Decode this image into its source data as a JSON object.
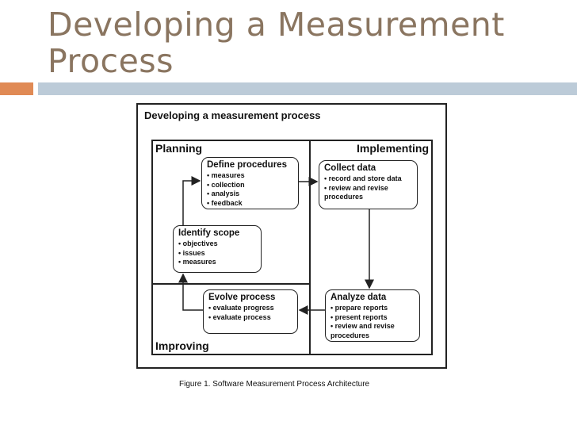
{
  "slide": {
    "title_line1": "Developing a Measurement",
    "title_line2": "Process"
  },
  "figure": {
    "heading": "Developing  a measurement process",
    "caption": "Figure 1.  Software Measurement Process Architecture",
    "quadrants": {
      "planning": "Planning",
      "implementing": "Implementing",
      "improving": "Improving"
    },
    "boxes": {
      "define": {
        "title": "Define procedures",
        "items": [
          "measures",
          "collection",
          "analysis",
          "feedback"
        ]
      },
      "collect": {
        "title": "Collect data",
        "items": [
          "record and store data",
          "review and revise procedures"
        ]
      },
      "scope": {
        "title": "Identify scope",
        "items": [
          "objectives",
          "issues",
          "measures"
        ]
      },
      "evolve": {
        "title": "Evolve process",
        "items": [
          "evaluate progress",
          "evaluate process"
        ]
      },
      "analyze": {
        "title": "Analyze data",
        "items": [
          "prepare reports",
          "present reports",
          "review and revise procedures"
        ]
      }
    }
  },
  "colors": {
    "title": "#8a7560",
    "accent_orange": "#e08a55",
    "accent_blue": "#bccbd8"
  }
}
